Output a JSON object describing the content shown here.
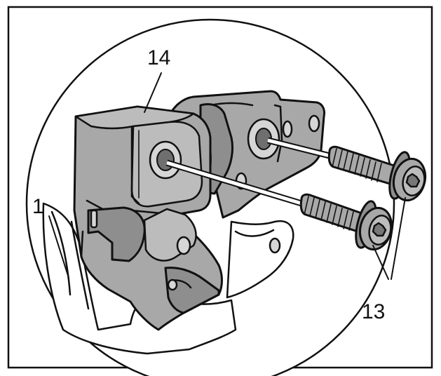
{
  "callouts": {
    "lock": "14",
    "body": "1",
    "bolts": "13"
  },
  "colors": {
    "part_fill": "#a8a8a8",
    "outline": "#111111",
    "background": "#ffffff"
  }
}
